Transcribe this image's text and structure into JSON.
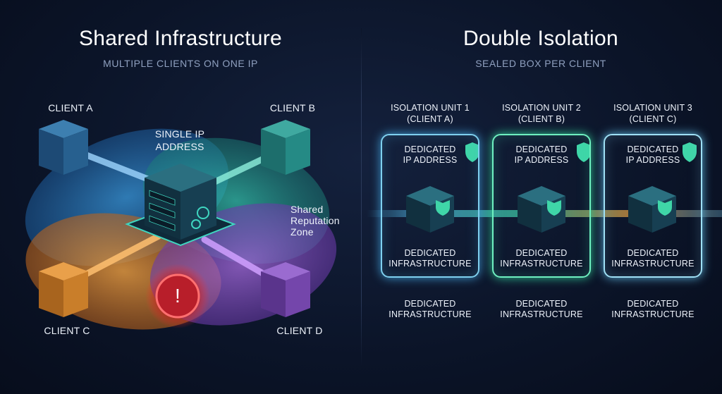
{
  "left": {
    "title": "Shared Infrastructure",
    "subtitle": "MULTIPLE CLIENTS ON ONE IP",
    "center_label_1": "SINGLE IP",
    "center_label_2": "ADDRESS",
    "zone_label_1": "Shared",
    "zone_label_2": "Reputation",
    "zone_label_3": "Zone",
    "clients": {
      "a": "CLIENT A",
      "b": "CLIENT B",
      "c": "CLIENT C",
      "d": "CLIENT D"
    }
  },
  "right": {
    "title": "Double Isolation",
    "subtitle": "SEALED BOX PER CLIENT",
    "units": [
      {
        "name": "ISOLATION UNIT 1",
        "client": "(CLIENT A)",
        "ip_1": "DEDICATED",
        "ip_2": "IP ADDRESS",
        "infra_1": "DEDICATED",
        "infra_2": "INFRASTRUCTURE",
        "below_1": "DEDICATED",
        "below_2": "INFRASTRUCTURE",
        "color": "#4fb3e0"
      },
      {
        "name": "ISOLATION UNIT 2",
        "client": "(CLIENT B)",
        "ip_1": "DEDICATED",
        "ip_2": "IP ADDRESS",
        "infra_1": "DEDICATED",
        "infra_2": "INFRASTRUCTURE",
        "below_1": "DEDICATED",
        "below_2": "INFRASTRUCTURE",
        "color": "#3fd6a8"
      },
      {
        "name": "ISOLATION UNIT 3",
        "client": "(CLIENT C)",
        "ip_1": "DEDICATED",
        "ip_2": "IP ADDRESS",
        "infra_1": "DEDICATED",
        "infra_2": "INFRASTRUCTURE",
        "below_1": "DEDICATED",
        "below_2": "INFRASTRUCTURE",
        "color": "#7cc8e6"
      }
    ]
  },
  "colors": {
    "client_a": "#2f8fd0",
    "client_b": "#2fc7b0",
    "client_c": "#e58a2e",
    "client_d": "#9a5fd6",
    "warning": "#e03a3a",
    "shield": "#3fd6a8"
  }
}
